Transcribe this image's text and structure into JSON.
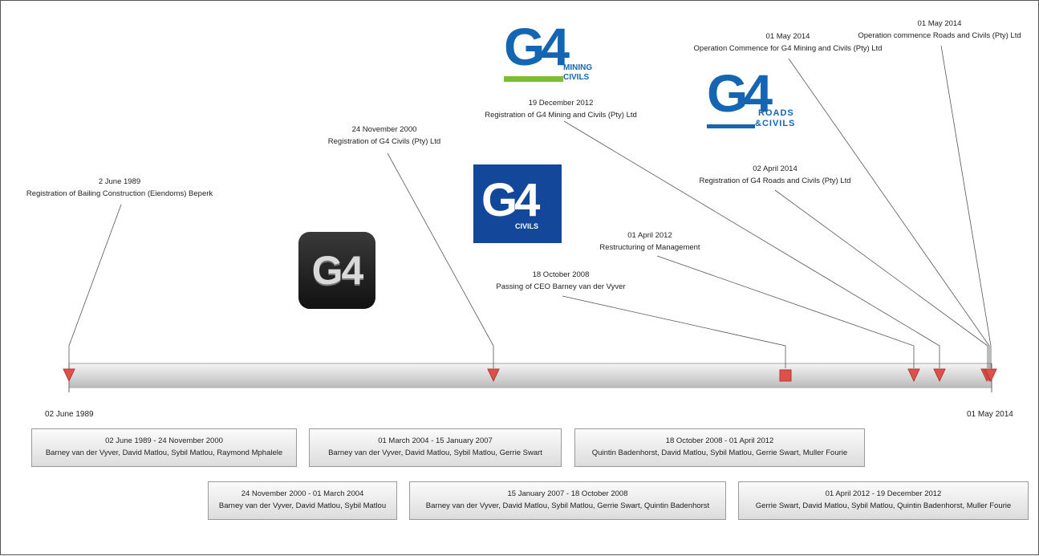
{
  "timeline": {
    "start_label": "02 June 1989",
    "end_label": "01 May 2014",
    "events": [
      {
        "date": "2 June 1989",
        "description": "Registration of Bailing Construction (Eiendoms) Beperk"
      },
      {
        "date": "24 November 2000",
        "description": "Registration of G4 Civils (Pty) Ltd"
      },
      {
        "date": "18 October 2008",
        "description": "Passing of CEO Barney van der Vyver"
      },
      {
        "date": "01 April 2012",
        "description": "Restructuring of Management"
      },
      {
        "date": "19 December 2012",
        "description": "Registration of G4 Mining and Civils (Pty) Ltd"
      },
      {
        "date": "02 April 2014",
        "description": "Registration of G4 Roads and Civils (Pty) Ltd"
      },
      {
        "date": "01 May 2014",
        "description": "Operation Commence for G4 Mining and Civils (Pty) Ltd"
      },
      {
        "date": "01 May 2014",
        "description": "Operation commence Roads and Civils (Pty) Ltd"
      }
    ],
    "periods": [
      {
        "title": "02 June 1989 - 24 November 2000",
        "people": "Barney van der Vyver, David Matlou, Sybil Matlou, Raymond Mphalele"
      },
      {
        "title": "24 November 2000 - 01 March 2004",
        "people": "Barney van der Vyver, David Matlou, Sybil Matlou"
      },
      {
        "title": "01 March 2004 - 15 January 2007",
        "people": "Barney van der Vyver, David Matlou, Sybil Matlou, Gerrie Swart"
      },
      {
        "title": "15 January 2007 - 18 October 2008",
        "people": "Barney van der Vyver, David Matlou, Sybil Matlou, Gerrie Swart, Quintin Badenhorst"
      },
      {
        "title": "18 October 2008 - 01 April 2012",
        "people": "Quintin Badenhorst, David Matlou, Sybil Matlou, Gerrie Swart, Muller Fourie"
      },
      {
        "title": "01 April 2012 - 19 December 2012",
        "people": "Gerrie Swart, David Matlou, Sybil Matlou, Quintin Badenhorst, Muller Fourie"
      }
    ]
  },
  "logos": {
    "g4": "G4",
    "civils_main": "G4",
    "civils_sub": "CIVILS",
    "mining_main": "G4",
    "mining_sub1": "MINING",
    "mining_sub2": "CIVILS",
    "roads_main": "G4",
    "roads_sub1": "ROADS",
    "roads_sub2": "&CIVILS"
  },
  "colors": {
    "marker": "#e0504a",
    "marker_stroke": "#b03a35",
    "brand_blue": "#1466b3",
    "brand_green": "#7cbd32"
  }
}
